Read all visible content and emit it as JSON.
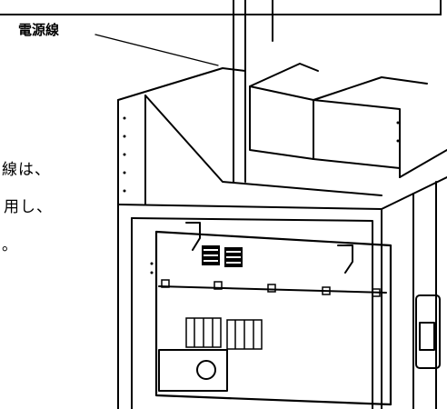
{
  "callout": {
    "label": "電源線"
  },
  "text_lines": [
    "線は、",
    "用し、",
    "。"
  ]
}
